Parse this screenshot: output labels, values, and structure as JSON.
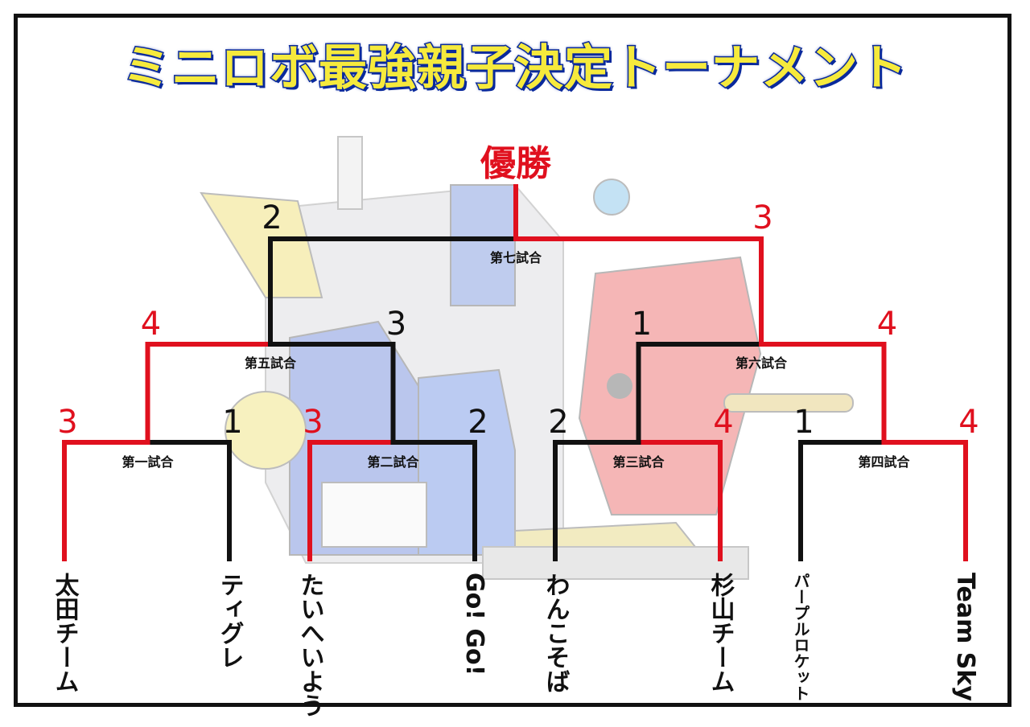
{
  "title": "ミニロボ最強親子決定トーナメント",
  "champion_label": "優勝",
  "colors": {
    "winner": "#e0101e",
    "loser": "#111111",
    "title_fill": "#f6ea3c",
    "title_outline": "#0a2a9c"
  },
  "teams": [
    "太田チーム",
    "ティグレ",
    "たいへいよう",
    "Go! Go!",
    "わんこそば",
    "杉山チーム",
    "パープルロケット",
    "Team Sky"
  ],
  "matches": [
    {
      "label": "第一試合",
      "scores": [
        "3",
        "1"
      ]
    },
    {
      "label": "第二試合",
      "scores": [
        "3",
        "2"
      ]
    },
    {
      "label": "第三試合",
      "scores": [
        "2",
        "4"
      ]
    },
    {
      "label": "第四試合",
      "scores": [
        "1",
        "4"
      ]
    },
    {
      "label": "第五試合",
      "scores": [
        "4",
        "3"
      ]
    },
    {
      "label": "第六試合",
      "scores": [
        "1",
        "4"
      ]
    },
    {
      "label": "第七試合",
      "scores": [
        "2",
        "3"
      ]
    }
  ]
}
